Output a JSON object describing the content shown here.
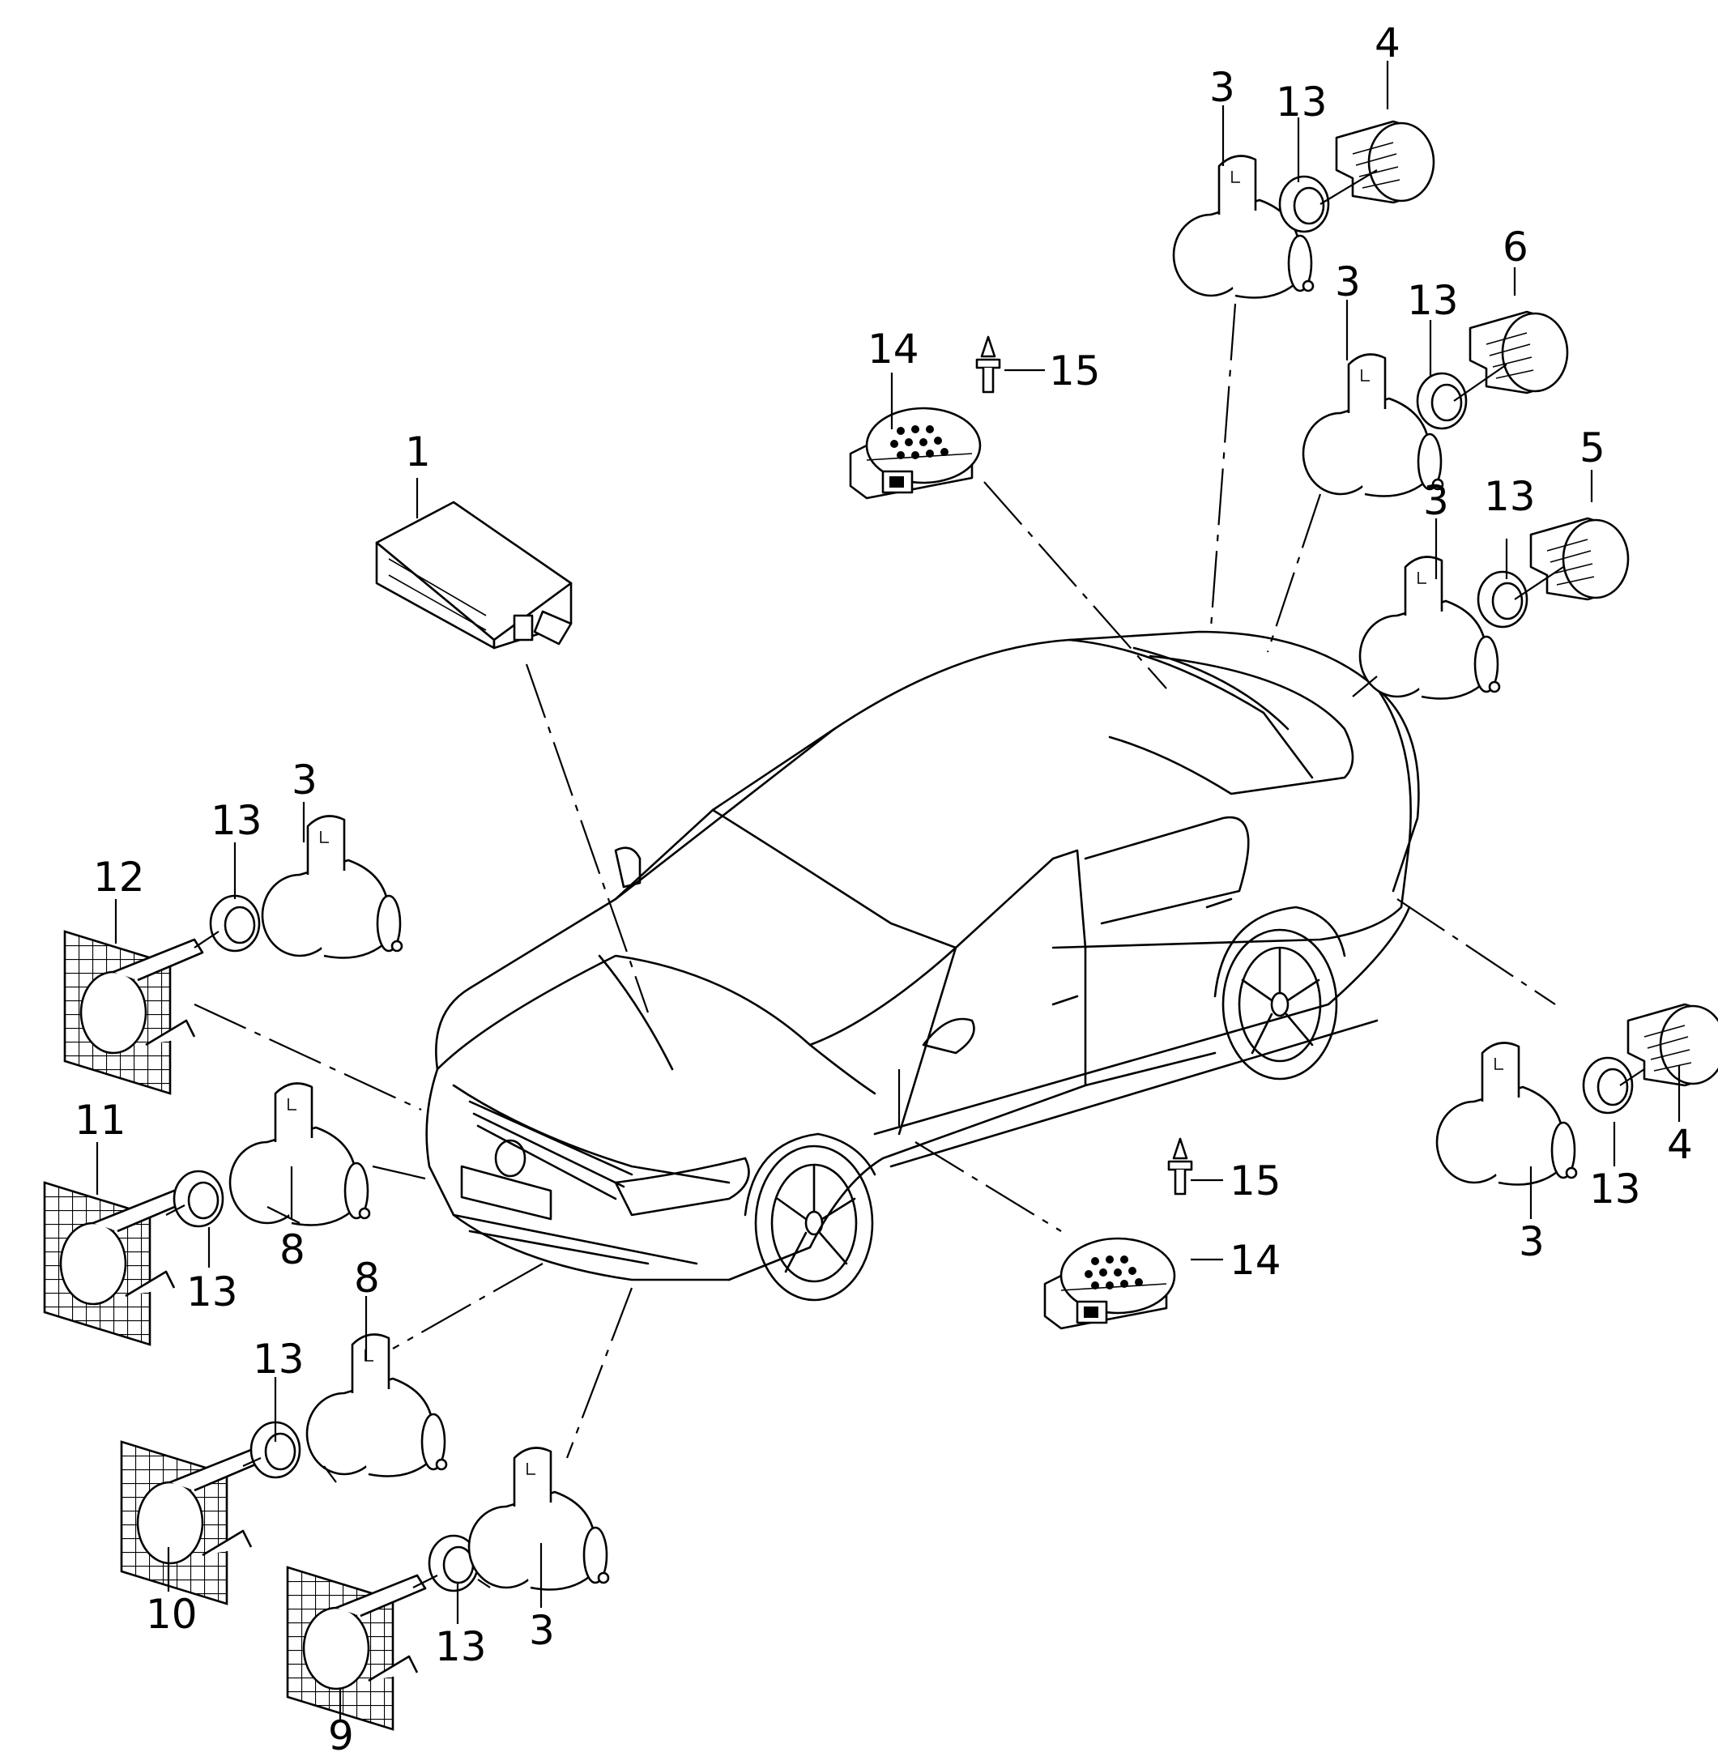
{
  "callouts": [
    {
      "id": "c1",
      "text": "1"
    },
    {
      "id": "c3a",
      "text": "3"
    },
    {
      "id": "c13a",
      "text": "13"
    },
    {
      "id": "c4a",
      "text": "4"
    },
    {
      "id": "c3b",
      "text": "3"
    },
    {
      "id": "c13b",
      "text": "13"
    },
    {
      "id": "c6",
      "text": "6"
    },
    {
      "id": "c3c",
      "text": "3"
    },
    {
      "id": "c13c",
      "text": "13"
    },
    {
      "id": "c5",
      "text": "5"
    },
    {
      "id": "c14a",
      "text": "14"
    },
    {
      "id": "c15a",
      "text": "15"
    },
    {
      "id": "c3d",
      "text": "3"
    },
    {
      "id": "c13d",
      "text": "13"
    },
    {
      "id": "c12",
      "text": "12"
    },
    {
      "id": "c11",
      "text": "11"
    },
    {
      "id": "c13e",
      "text": "13"
    },
    {
      "id": "c8a",
      "text": "8"
    },
    {
      "id": "c8b",
      "text": "8"
    },
    {
      "id": "c13f",
      "text": "13"
    },
    {
      "id": "c10",
      "text": "10"
    },
    {
      "id": "c13g",
      "text": "13"
    },
    {
      "id": "c3e",
      "text": "3"
    },
    {
      "id": "c9",
      "text": "9"
    },
    {
      "id": "c15b",
      "text": "15"
    },
    {
      "id": "c14b",
      "text": "14"
    },
    {
      "id": "c4b",
      "text": "4"
    },
    {
      "id": "c13h",
      "text": "13"
    },
    {
      "id": "c3f",
      "text": "3"
    }
  ]
}
